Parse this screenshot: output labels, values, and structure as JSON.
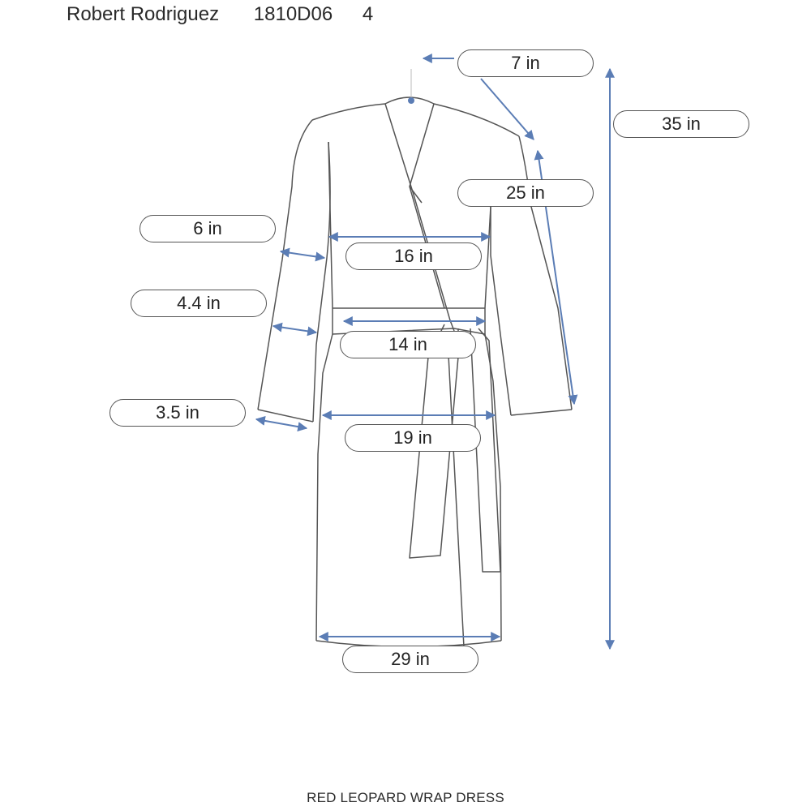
{
  "header": {
    "brand": "Robert Rodriguez",
    "style_code": "1810D06",
    "size": "4"
  },
  "footer": {
    "title": "RED LEOPARD WRAP DRESS"
  },
  "measurements": {
    "neck": "7 in",
    "length": "35 in",
    "sleeve_length": "25 in",
    "upper_arm": "6 in",
    "chest": "16 in",
    "forearm": "4.4 in",
    "waist": "14 in",
    "cuff": "3.5 in",
    "hip": "19 in",
    "hem": "29 in"
  },
  "colors": {
    "arrow": "#5b7db5",
    "outline": "#555555",
    "text": "#2a2a2a"
  }
}
